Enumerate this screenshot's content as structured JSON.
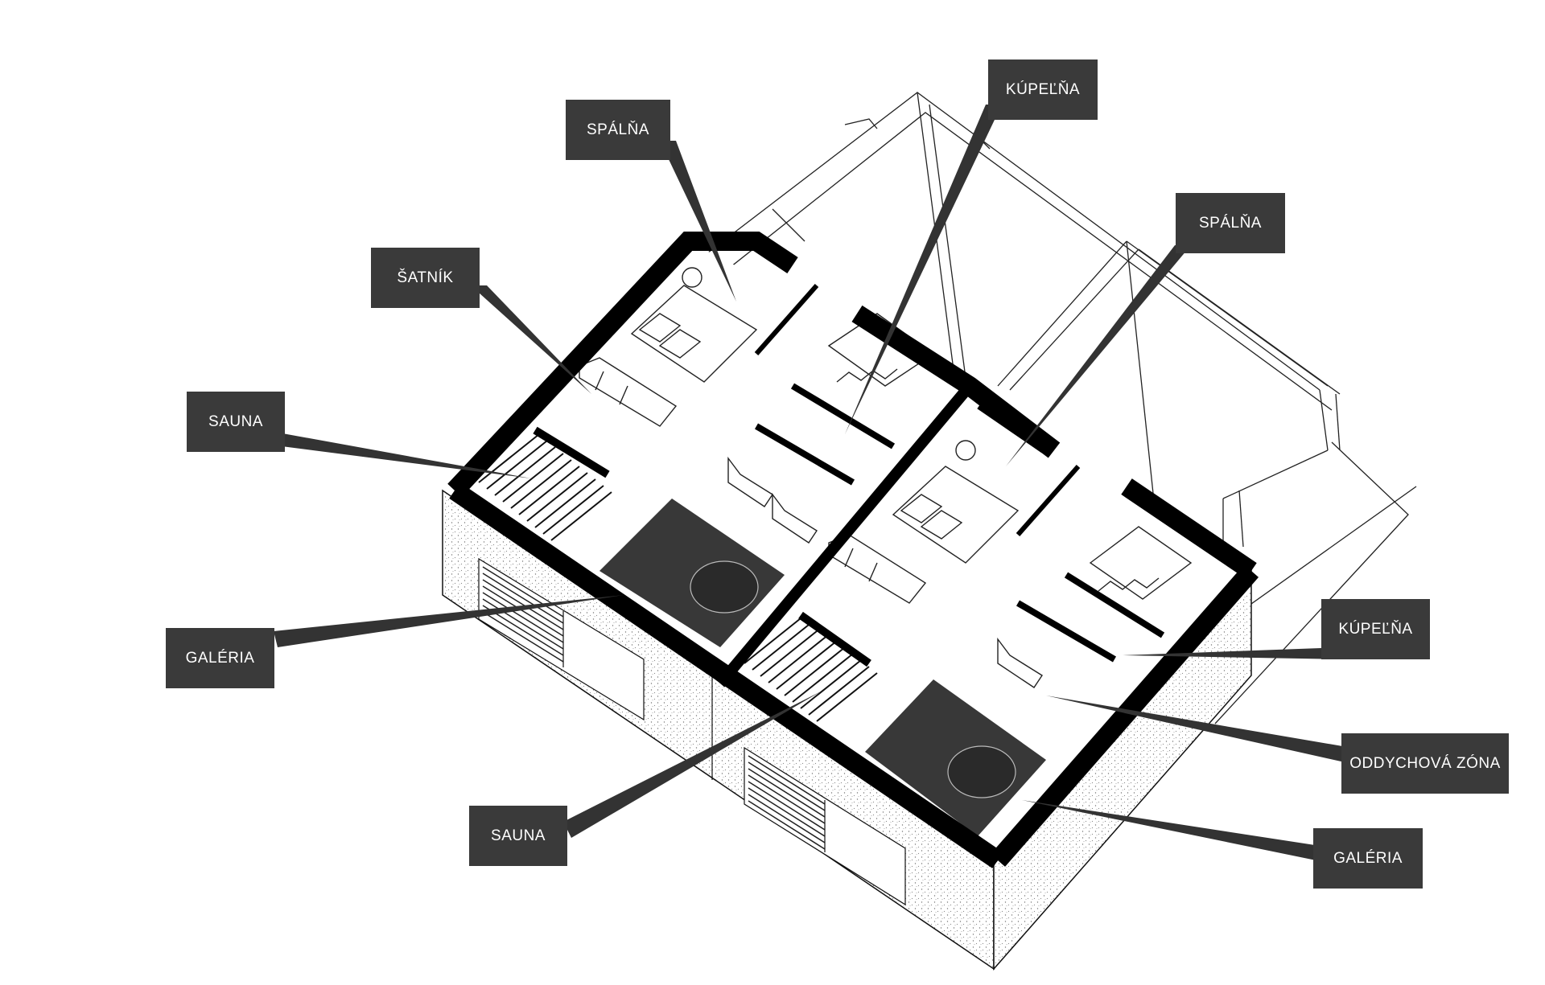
{
  "colors": {
    "wall": "#000000",
    "label_bg": "#3a3a3a",
    "label_text": "#ffffff",
    "dark_floor": "#383838",
    "leader": "#333333"
  },
  "labels": {
    "spalna_left": "SPÁLŇA",
    "kupelna_top": "KÚPEĽŇA",
    "spalna_right": "SPÁLŇA",
    "satnik": "ŠATNÍK",
    "sauna_left": "SAUNA",
    "galeria_left": "GALÉRIA",
    "kupelna_right": "KÚPEĽŇA",
    "oddychova_zona": "ODDYCHOVÁ ZÓNA",
    "sauna_bottom": "SAUNA",
    "galeria_right": "GALÉRIA"
  }
}
